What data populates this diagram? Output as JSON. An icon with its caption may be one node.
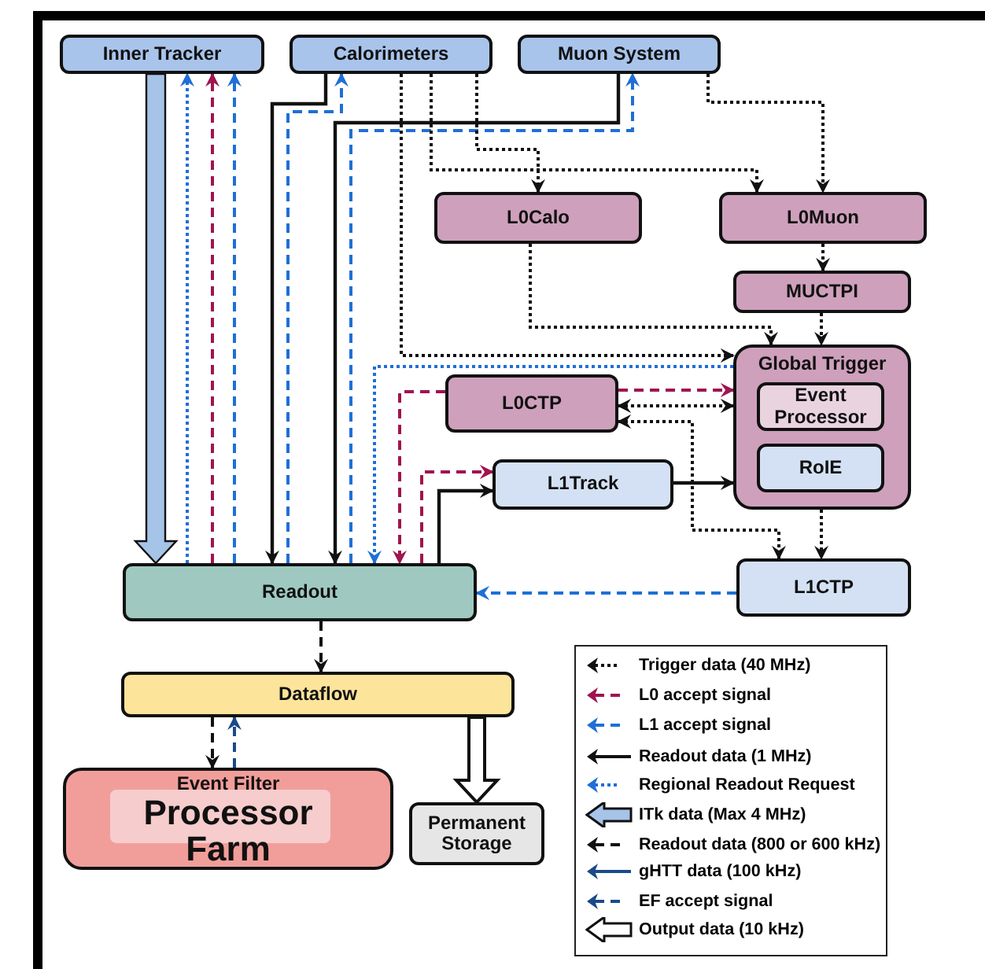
{
  "diagram": {
    "nodes": [
      {
        "text": [
          "Inner Tracker"
        ]
      },
      {
        "text": [
          "Calorimeters"
        ]
      },
      {
        "text": [
          "Muon System"
        ]
      },
      {
        "text": [
          "L0Calo"
        ]
      },
      {
        "text": [
          "L0Muon"
        ]
      },
      {
        "text": [
          "MUCTPI"
        ]
      },
      {
        "text": [
          "Global Trigger"
        ]
      },
      {
        "text": [
          "Event Processor"
        ],
        "in": 6
      },
      {
        "text": [
          "RoIE"
        ],
        "in": 6
      },
      {
        "text": [
          "L0CTP"
        ]
      },
      {
        "text": [
          "L1Track"
        ]
      },
      {
        "text": [
          "L1CTP"
        ]
      },
      {
        "text": [
          "Readout"
        ]
      },
      {
        "text": [
          "Dataflow"
        ]
      },
      {
        "text": [
          "Event Filter",
          "Processor Farm"
        ]
      },
      {
        "text": [
          "Permanent Storage"
        ]
      }
    ],
    "edges": [
      {
        "from": 0,
        "to": 12,
        "arrow": "to",
        "style": "thick",
        "color": "#a6c3e8"
      },
      {
        "from": 12,
        "to": 0,
        "arrow": "to",
        "style": "dashed",
        "color": "#1f6fd6"
      },
      {
        "from": 12,
        "to": 0,
        "arrow": "to",
        "style": "dashed",
        "color": "#a0144f"
      },
      {
        "from": 12,
        "to": 0,
        "arrow": "to",
        "style": "dashed",
        "color": "#1f6fd6"
      },
      {
        "from": 1,
        "to": 12,
        "arrow": "to"
      },
      {
        "from": 12,
        "to": 1,
        "arrow": "to",
        "style": "dashed",
        "color": "#1f6fd6"
      },
      {
        "from": 2,
        "to": 12,
        "arrow": "to"
      },
      {
        "from": 12,
        "to": 2,
        "arrow": "to",
        "style": "dashed",
        "color": "#1f6fd6"
      },
      {
        "from": 1,
        "to": 3,
        "arrow": "to",
        "style": "dashed"
      },
      {
        "from": 1,
        "to": 4,
        "arrow": "to",
        "style": "dashed"
      },
      {
        "from": 1,
        "to": 6,
        "arrow": "to",
        "style": "dashed"
      },
      {
        "from": 2,
        "to": 4,
        "arrow": "to",
        "style": "dashed"
      },
      {
        "from": 3,
        "to": 6,
        "arrow": "to",
        "style": "dashed"
      },
      {
        "from": 4,
        "to": 5,
        "arrow": "to",
        "style": "dashed"
      },
      {
        "from": 5,
        "to": 6,
        "arrow": "to",
        "style": "dashed"
      },
      {
        "from": 6,
        "to": 12,
        "arrow": "to",
        "style": "dashed",
        "color": "#1f6fd6"
      },
      {
        "from": 9,
        "to": 12,
        "arrow": "to",
        "style": "dashed",
        "color": "#a0144f"
      },
      {
        "from": 9,
        "to": 6,
        "arrow": "to",
        "style": "dashed",
        "color": "#a0144f"
      },
      {
        "from": 9,
        "to": 6,
        "arrow": "both",
        "style": "dashed"
      },
      {
        "from": 9,
        "to": 11,
        "arrow": "both",
        "style": "dashed"
      },
      {
        "from": 6,
        "to": 11,
        "arrow": "to",
        "style": "dashed"
      },
      {
        "from": 10,
        "to": 6,
        "arrow": "to"
      },
      {
        "from": 12,
        "to": 10,
        "arrow": "to"
      },
      {
        "from": 12,
        "to": 10,
        "arrow": "to",
        "style": "dashed",
        "color": "#a0144f"
      },
      {
        "from": 11,
        "to": 12,
        "arrow": "to",
        "style": "dashed",
        "color": "#1f6fd6"
      },
      {
        "from": 12,
        "to": 13,
        "arrow": "to",
        "style": "dashed"
      },
      {
        "from": 13,
        "to": 14,
        "arrow": "to",
        "style": "dashed"
      },
      {
        "from": 14,
        "to": 13,
        "arrow": "to",
        "style": "dashed",
        "color": "#1a4a8a"
      },
      {
        "from": 13,
        "to": 15,
        "arrow": "to",
        "style": "thick",
        "color": "#ffffff"
      }
    ],
    "legend": [
      {
        "text": "Trigger data (40 MHz)"
      },
      {
        "text": "L0 accept signal"
      },
      {
        "text": "L1 accept signal"
      },
      {
        "text": "Readout data (1 MHz)"
      },
      {
        "text": "Regional Readout Request"
      },
      {
        "text": "ITk data (Max 4 MHz)"
      },
      {
        "text": "Readout data (800 or 600 kHz)"
      },
      {
        "text": "gHTT data (100 kHz)"
      },
      {
        "text": "EF accept signal"
      },
      {
        "text": "Output data (10 kHz)"
      }
    ]
  }
}
